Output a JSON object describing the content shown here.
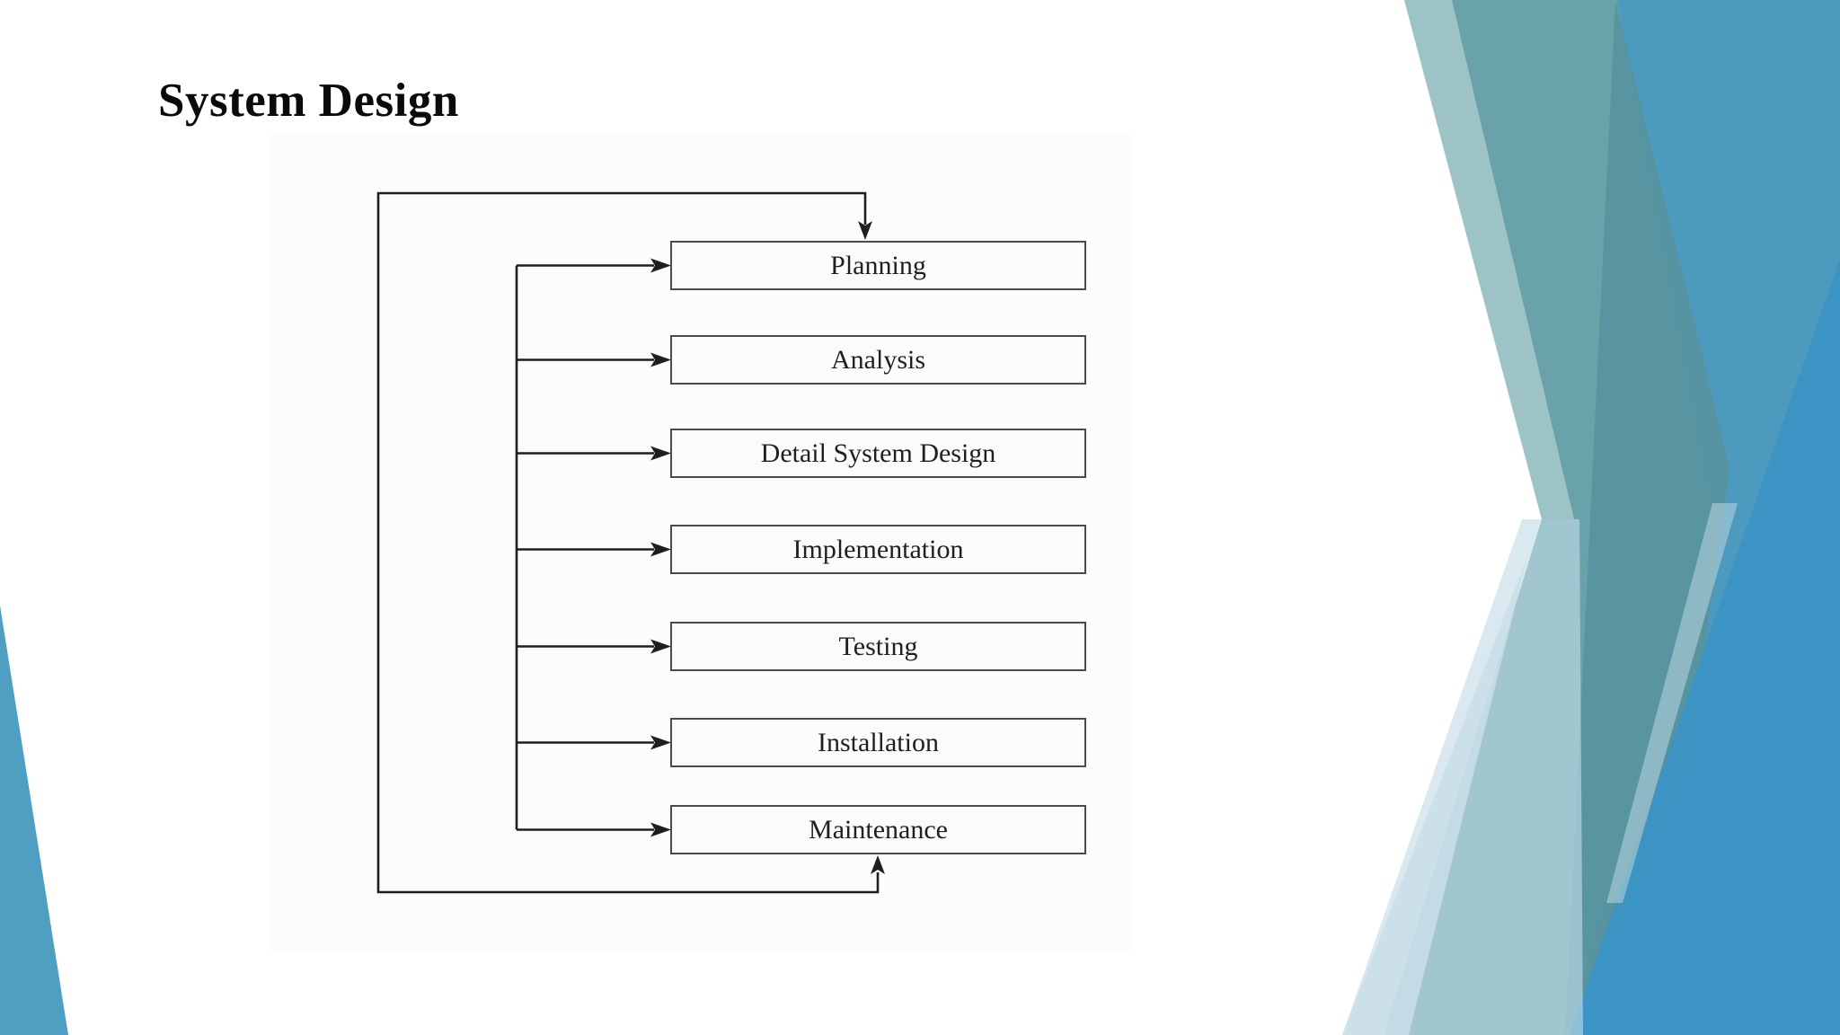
{
  "slide": {
    "title": "System Design"
  },
  "flowchart": {
    "stages": [
      "Planning",
      "Analysis",
      "Detail System Design",
      "Implementation",
      "Testing",
      "Installation",
      "Maintenance"
    ]
  },
  "colors": {
    "line": "#1f1f1f",
    "box_border": "#4a4a4a",
    "box_text": "#1f1f1f",
    "title_text": "#0a0a0a",
    "teal": "#69A3A9",
    "teal_dark_overlap": "#58939E",
    "blue": "#4C9ABD",
    "bright_blue": "#3B94C4",
    "pale_blue": "#C3DCE6",
    "pale_blue_solid": "#C9DEE8",
    "white_sheen": "#FFFFFF",
    "left_wedge_blue": "#4F9FC2"
  }
}
